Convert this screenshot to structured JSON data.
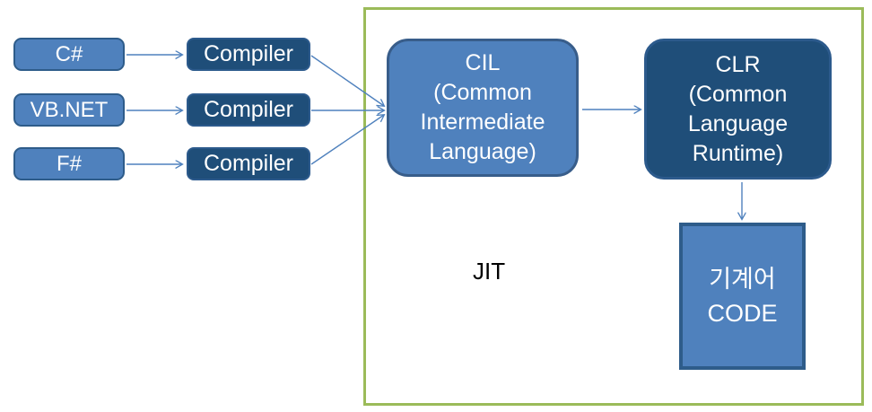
{
  "diagram": {
    "sources": [
      {
        "label": "C#"
      },
      {
        "label": "VB.NET"
      },
      {
        "label": "F#"
      }
    ],
    "compilers": [
      {
        "label": "Compiler"
      },
      {
        "label": "Compiler"
      },
      {
        "label": "Compiler"
      }
    ],
    "cil_text": "CIL\n(Common\nIntermediate\nLanguage)",
    "clr_text": "CLR\n(Common\nLanguage\nRuntime)",
    "machine_code_text": "기계어\nCODE",
    "jit_label": "JIT",
    "colors": {
      "light_blue_fill": "#4F81BD",
      "dark_blue_fill": "#1F4E79",
      "blue_border": "#2E5C8A",
      "green_region_border": "#9BBB59",
      "arrow": "#4F81BD",
      "box_text": "#FFFFFF",
      "jit_text": "#000000"
    }
  }
}
